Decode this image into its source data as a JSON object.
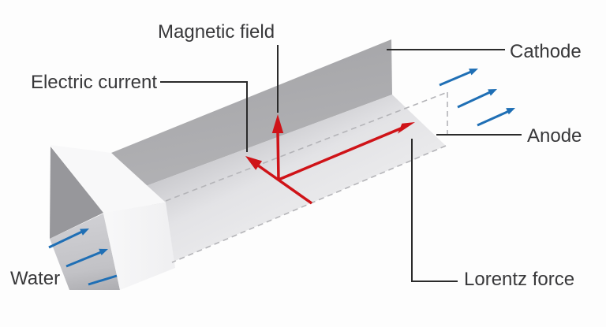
{
  "diagram": {
    "name": "magnetohydrodynamic-drive-channel",
    "labels": {
      "magnetic_field": "Magnetic field",
      "electric_current": "Electric current",
      "cathode": "Cathode",
      "anode": "Anode",
      "water": "Water",
      "lorentz_force": "Lorentz force"
    },
    "colors": {
      "red_arrow": "#cf1318",
      "blue_arrow": "#1f6fb5",
      "wall_gray": "#a9a9ac",
      "entrance_wall_gray": "#97979b",
      "label_text": "#38383a",
      "leader_line": "#2b2b2b",
      "dashed_edge": "#b4b4b8",
      "background": "#fdfdfd"
    },
    "arrows": {
      "red": [
        "magnetic-field-up",
        "electric-current-toward-cathode",
        "lorentz-force-along-channel"
      ],
      "blue_inflow_count": 3,
      "blue_outflow_count": 3
    }
  }
}
